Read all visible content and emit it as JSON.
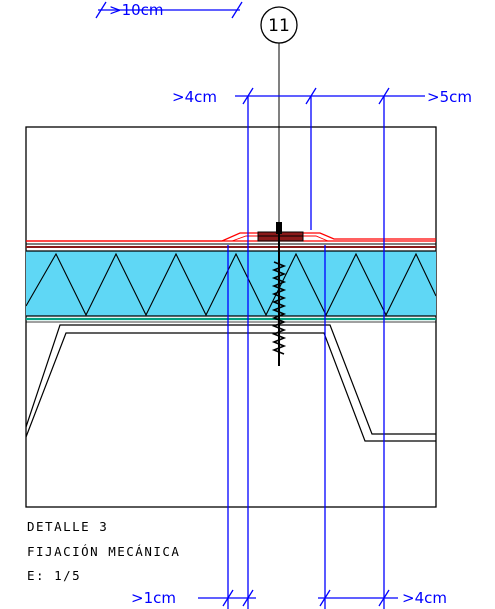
{
  "marker": {
    "label": "11"
  },
  "dimensions": {
    "top_overlap": ">10cm",
    "left_edge": ">4cm",
    "right_edge": ">5cm",
    "bottom_left": ">1cm",
    "bottom_right": ">4cm"
  },
  "caption": {
    "line1": "DETALLE 3",
    "line2": "FIJACIÓN MECÁNICA",
    "line3": "E: 1/5"
  },
  "colors": {
    "dimension": "#0000ff",
    "membrane": "#ff0000",
    "insulation": "#5fd7f5",
    "barrier": "#00a080",
    "outline": "#000000",
    "deck_top": "#8b1a1a"
  }
}
